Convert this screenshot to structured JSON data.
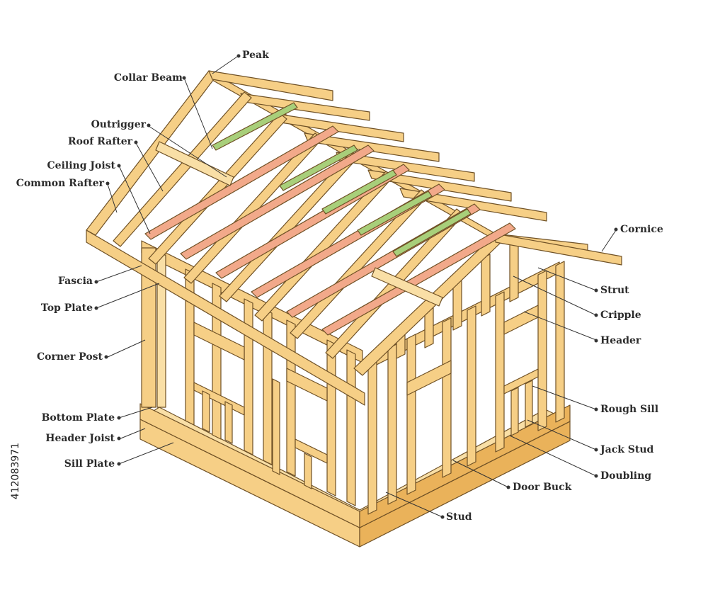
{
  "colors": {
    "wood": "#f6cf86",
    "wood_light": "#f9dfa6",
    "wood_dark": "#eab25a",
    "outline": "#6f5126",
    "ceiling_joist": "#f2a98a",
    "collar_beam": "#a8cf7a",
    "leader": "#333333"
  },
  "labels": {
    "peak": "Peak",
    "collar_beam": "Collar Beam",
    "outrigger": "Outrigger",
    "roof_rafter": "Roof Rafter",
    "ceiling_joist": "Ceiling Joist",
    "common_rafter": "Common Rafter",
    "fascia": "Fascia",
    "top_plate": "Top Plate",
    "corner_post": "Corner Post",
    "bottom_plate": "Bottom Plate",
    "header_joist": "Header Joist",
    "sill_plate": "Sill Plate",
    "cornice": "Cornice",
    "strut": "Strut",
    "cripple": "Cripple",
    "header": "Header",
    "rough_sill": "Rough Sill",
    "jack_stud": "Jack Stud",
    "doubling": "Doubling",
    "door_buck": "Door Buck",
    "stud": "Stud"
  },
  "stock_id": "412083971"
}
